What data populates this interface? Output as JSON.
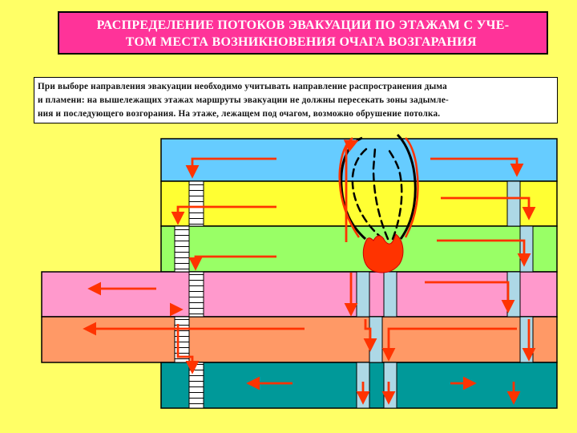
{
  "title": {
    "line1": "РАСПРЕДЕЛЕНИЕ ПОТОКОВ ЭВАКУАЦИИ ПО ЭТАЖАМ С УЧЕ-",
    "line2": "ТОМ МЕСТА ВОЗНИКНОВЕНИЯ ОЧАГА ВОЗГАРАНИЯ",
    "line2_end": "."
  },
  "description": {
    "line1": "При выборе направления эвакуации необходимо учитывать направление распространения дыма",
    "line2": "и пламени: на вышележащих этажах маршруты эвакуации не должны пересекать зоны задымле-",
    "line3": "ния и последующего возгорания. На этаже, лежащем под очагом, возможно обрушение потолка."
  },
  "colors": {
    "background": "#ffff66",
    "title_fill": "#ff3399",
    "floor_1": "#66ccff",
    "floor_2": "#ffff33",
    "floor_3": "#99ff66",
    "floor_4": "#ff99cc",
    "floor_5": "#ff9966",
    "floor_6": "#009999",
    "stair": "#add8e6",
    "arrow": "#ff3300",
    "fire": "#ff3300"
  }
}
